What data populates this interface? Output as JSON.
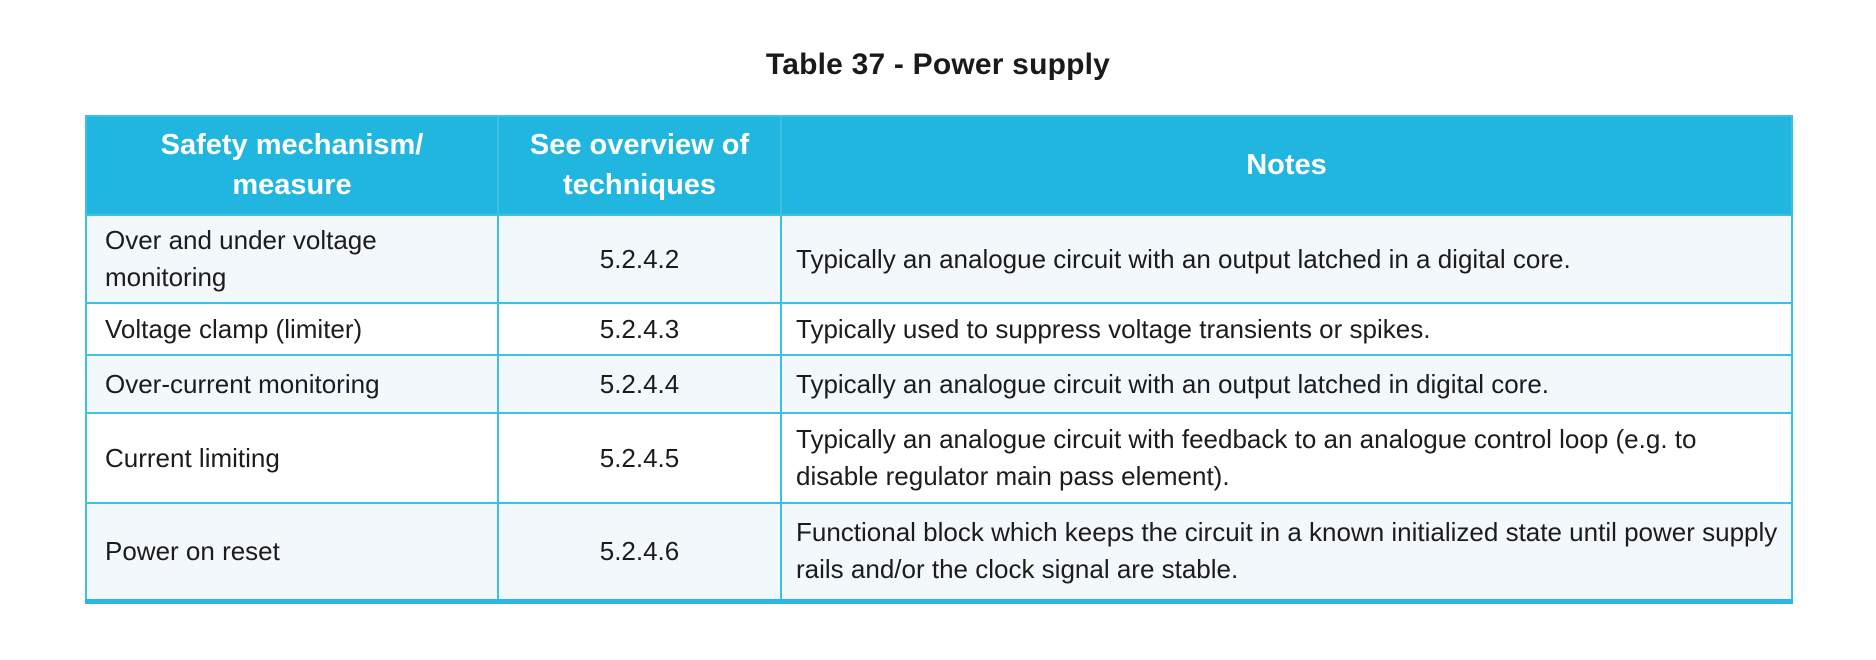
{
  "page": {
    "title": "Table 37 - Power supply"
  },
  "colors": {
    "header_bg": "#21b6e0",
    "border": "#3cc0e6",
    "row_tint": "#f2f8fb",
    "header_text": "#ffffff",
    "body_text": "#1c1c1c"
  },
  "table": {
    "columns": [
      {
        "label": "Safety mechanism/\nmeasure"
      },
      {
        "label": "See overview of\ntechniques"
      },
      {
        "label": "Notes"
      }
    ],
    "rows": [
      {
        "mechanism": "Over and under voltage monitoring",
        "technique": "5.2.4.2",
        "notes": "Typically an analogue circuit with an output latched in a digital core."
      },
      {
        "mechanism": "Voltage clamp (limiter)",
        "technique": "5.2.4.3",
        "notes": "Typically used to suppress voltage transients or spikes."
      },
      {
        "mechanism": "Over-current monitoring",
        "technique": "5.2.4.4",
        "notes": "Typically an analogue circuit with an output latched in digital core."
      },
      {
        "mechanism": "Current limiting",
        "technique": "5.2.4.5",
        "notes": "Typically an analogue circuit with feedback to an analogue control loop (e.g. to disable regulator main pass element)."
      },
      {
        "mechanism": "Power on reset",
        "technique": "5.2.4.6",
        "notes": "Functional block which keeps the circuit in a known initialized state until power supply rails and/or the clock signal are stable."
      }
    ]
  }
}
